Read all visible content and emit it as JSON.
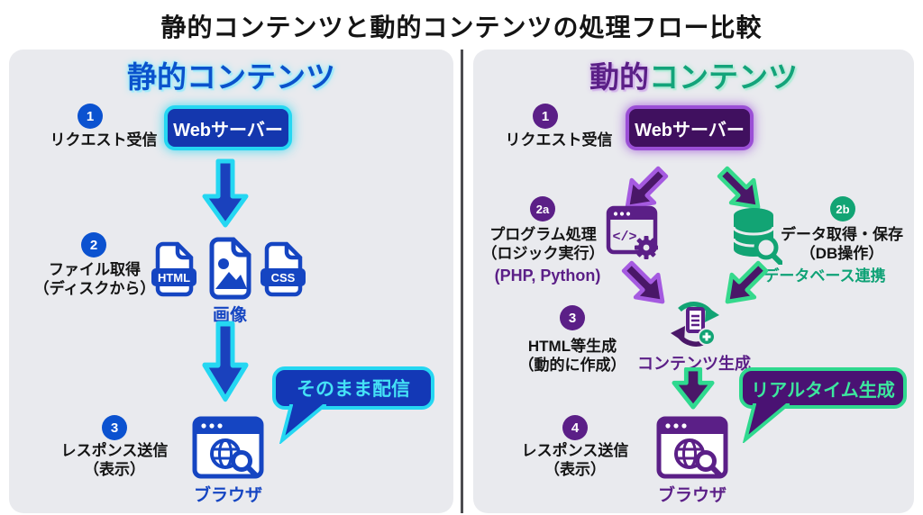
{
  "title": "静的コンテンツと動的コンテンツの処理フロー比較",
  "left": {
    "heading": "静的コンテンツ",
    "primary_color": "#1545c2",
    "accent_color": "#25d7f2",
    "step1": {
      "num": "1",
      "label": "リクエスト受信"
    },
    "server_label": "Webサーバー",
    "step2": {
      "num": "2",
      "label": "ファイル取得",
      "sub": "（ディスクから）"
    },
    "files": {
      "html_label": "HTML",
      "css_label": "CSS",
      "image_caption": "画像"
    },
    "step3": {
      "num": "3",
      "label": "レスポンス送信",
      "sub": "（表示）"
    },
    "browser_caption": "ブラウザ",
    "bubble_label": "そのまま配信"
  },
  "right": {
    "heading_part1": "動的",
    "heading_part2": "コンテンツ",
    "purple_color": "#5b1f87",
    "green_color": "#12a474",
    "step1": {
      "num": "1",
      "label": "リクエスト受信"
    },
    "server_label": "Webサーバー",
    "branch_a": {
      "num": "2a",
      "label": "プログラム処理",
      "sub": "（ロジック実行）",
      "tech": "(PHP, Python)"
    },
    "branch_b": {
      "num": "2b",
      "label": "データ取得・保存",
      "sub": "（DB操作）",
      "tech": "データベース連携"
    },
    "step3": {
      "num": "3",
      "label": "HTML等生成",
      "sub": "（動的に作成）",
      "caption": "コンテンツ生成"
    },
    "step4": {
      "num": "4",
      "label": "レスポンス送信",
      "sub": "（表示）"
    },
    "browser_caption": "ブラウザ",
    "bubble_label": "リアルタイム生成"
  },
  "icons": {
    "left_server": "server-button",
    "html_file": "html-file-icon",
    "image_file": "image-file-icon",
    "css_file": "css-file-icon",
    "browser": "browser-globe-search-icon",
    "code_window": "code-window-gear-icon",
    "database": "database-search-icon",
    "content_generation": "refresh-document-plus-icon",
    "arrow": "block-arrow"
  }
}
